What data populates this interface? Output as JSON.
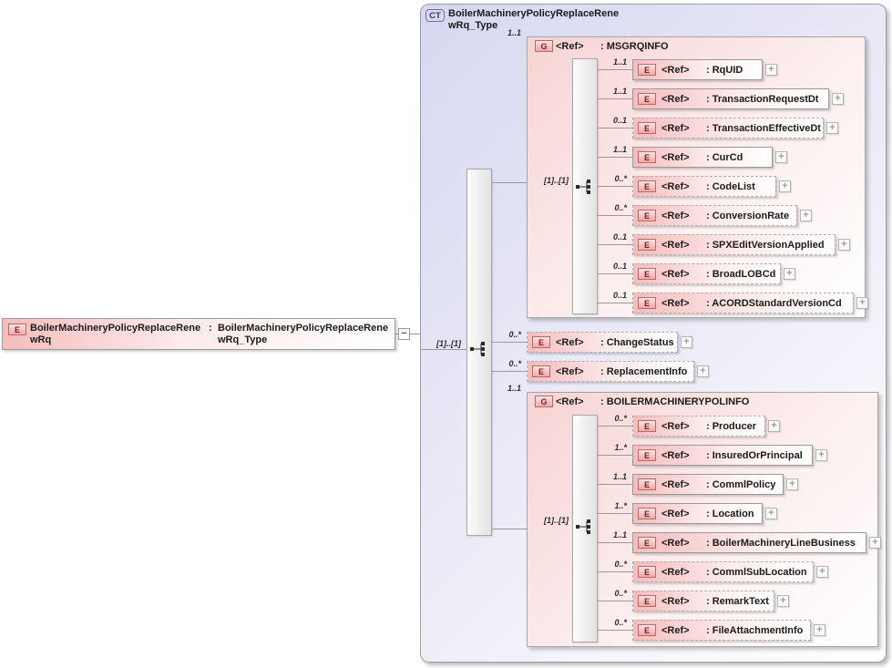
{
  "glyphs": {
    "expand": "+",
    "collapse": "−"
  },
  "colors": {
    "accent_pink": "#f6bcbc",
    "accent_lavender": "#d7d7f1",
    "border_gray": "#9a9a9a"
  },
  "root_element": {
    "badge": "E",
    "name": "BoilerMachineryPolicyReplaceRene\nwRq",
    "colon": ":",
    "type": "BoilerMachineryPolicyReplaceRene\nwRq_Type"
  },
  "complex_type": {
    "badge": "CT",
    "title": "BoilerMachineryPolicyReplaceRene\nwRq_Type",
    "seq_cardinality": "[1]..[1]"
  },
  "msgrqinfo": {
    "cardinality": "1..1",
    "badge": "G",
    "ref": "<Ref>",
    "name": ": MSGRQINFO",
    "seq_cardinality": "[1]..[1]",
    "children": [
      {
        "cardinality": "1..1",
        "badge": "E",
        "ref": "<Ref>",
        "name": ": RqUID"
      },
      {
        "cardinality": "1..1",
        "badge": "E",
        "ref": "<Ref>",
        "name": ": TransactionRequestDt"
      },
      {
        "cardinality": "0..1",
        "badge": "E",
        "ref": "<Ref>",
        "name": ": TransactionEffectiveDt"
      },
      {
        "cardinality": "1..1",
        "badge": "E",
        "ref": "<Ref>",
        "name": ": CurCd"
      },
      {
        "cardinality": "0..*",
        "badge": "E",
        "ref": "<Ref>",
        "name": ": CodeList"
      },
      {
        "cardinality": "0..*",
        "badge": "E",
        "ref": "<Ref>",
        "name": ": ConversionRate"
      },
      {
        "cardinality": "0..1",
        "badge": "E",
        "ref": "<Ref>",
        "name": ": SPXEditVersionApplied"
      },
      {
        "cardinality": "0..1",
        "badge": "E",
        "ref": "<Ref>",
        "name": ": BroadLOBCd"
      },
      {
        "cardinality": "0..1",
        "badge": "E",
        "ref": "<Ref>",
        "name": ": ACORDStandardVersionCd"
      }
    ]
  },
  "middle_children": [
    {
      "cardinality": "0..*",
      "badge": "E",
      "ref": "<Ref>",
      "name": ": ChangeStatus"
    },
    {
      "cardinality": "0..*",
      "badge": "E",
      "ref": "<Ref>",
      "name": ": ReplacementInfo"
    }
  ],
  "polinfo": {
    "cardinality": "1..1",
    "badge": "G",
    "ref": "<Ref>",
    "name": ": BOILERMACHINERYPOLINFO",
    "seq_cardinality": "[1]..[1]",
    "children": [
      {
        "cardinality": "0..*",
        "badge": "E",
        "ref": "<Ref>",
        "name": ": Producer"
      },
      {
        "cardinality": "1..*",
        "badge": "E",
        "ref": "<Ref>",
        "name": ": InsuredOrPrincipal"
      },
      {
        "cardinality": "1..1",
        "badge": "E",
        "ref": "<Ref>",
        "name": ": CommlPolicy"
      },
      {
        "cardinality": "1..*",
        "badge": "E",
        "ref": "<Ref>",
        "name": ": Location"
      },
      {
        "cardinality": "1..1",
        "badge": "E",
        "ref": "<Ref>",
        "name": ": BoilerMachineryLineBusiness"
      },
      {
        "cardinality": "0..*",
        "badge": "E",
        "ref": "<Ref>",
        "name": ": CommlSubLocation"
      },
      {
        "cardinality": "0..*",
        "badge": "E",
        "ref": "<Ref>",
        "name": ": RemarkText"
      },
      {
        "cardinality": "0..*",
        "badge": "E",
        "ref": "<Ref>",
        "name": ": FileAttachmentInfo"
      }
    ]
  }
}
